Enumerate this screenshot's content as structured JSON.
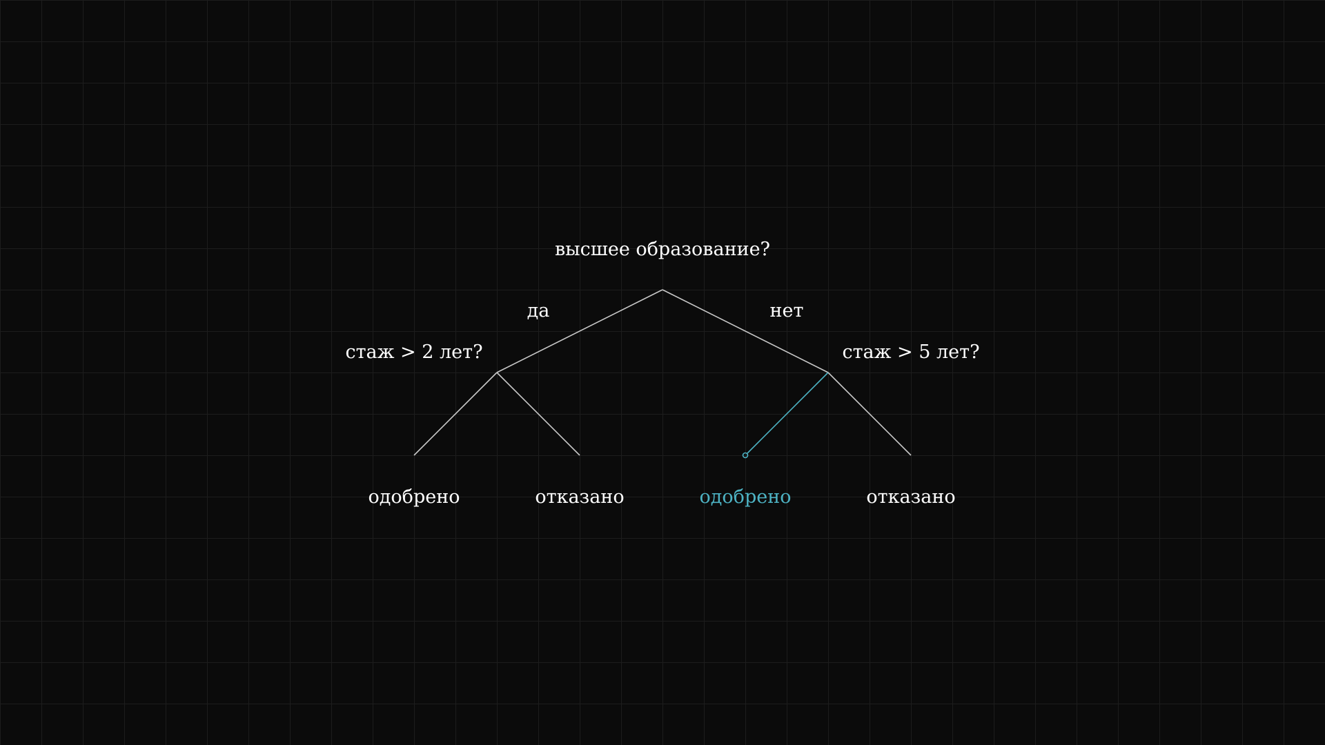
{
  "tree": {
    "root": {
      "question": "высшее образование?"
    },
    "branches": {
      "left": "да",
      "right": "нет"
    },
    "left_node": {
      "question": "стаж > 2 лет?"
    },
    "right_node": {
      "question": "стаж > 5 лет?"
    },
    "leaves": [
      {
        "label": "одобрено",
        "highlighted": false
      },
      {
        "label": "отказано",
        "highlighted": false
      },
      {
        "label": "одобрено",
        "highlighted": true
      },
      {
        "label": "отказано",
        "highlighted": false
      }
    ],
    "highlight_color": "#4db3c4",
    "text_color": "#ffffff",
    "edge_color": "#c9c9c9",
    "background_color": "#0b0b0b"
  }
}
